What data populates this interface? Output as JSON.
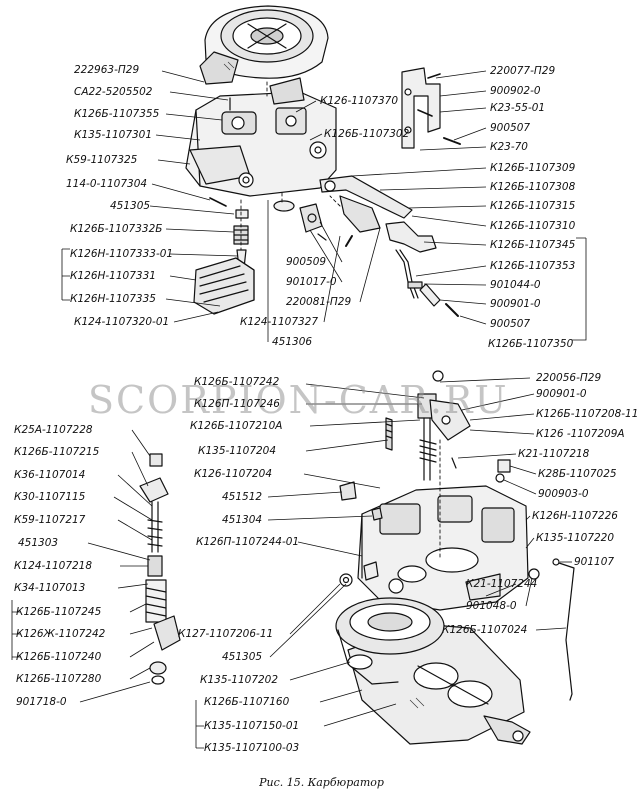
{
  "caption": "Рис. 15. Карбюратор",
  "watermark": "SCORPION-CAR.RU",
  "top_assembly": {
    "left_labels": [
      "222963-П29",
      "СА22-5205502",
      "К126Б-1107355",
      "К135-1107301",
      "К59-1107325",
      "114-0-1107304",
      "451305",
      "К126Б-1107332Б",
      "К126Н-1107333-01",
      "К126Н-1107331",
      "К126Н-1107335",
      "К124-1107320-01"
    ],
    "center_labels": [
      "К126-1107370",
      "К126Б-1107302",
      "900509",
      "901017-0",
      "220081-П29",
      "К124-1107327",
      "451306"
    ],
    "right_labels": [
      "220077-П29",
      "900902-0",
      "К23-55-01",
      "900507",
      "К23-70",
      "К126Б-1107309",
      "К126Б-1107308",
      "К126Б-1107315",
      "К126Б-1107310",
      "К126Б-1107345",
      "К126Б-1107353",
      "901044-0",
      "900901-0",
      "900507",
      "К126Б-1107350"
    ]
  },
  "bottom_assembly": {
    "left_labels": [
      "К25А-1107228",
      "К126Б-1107215",
      "К36-1107014",
      "К30-1107115",
      "К59-1107217",
      "451303",
      "К124-1107218",
      "К34-1107013",
      "К126Б-1107245",
      "К126Ж-1107242",
      "К126Б-1107240",
      "К126Б-1107280",
      "901718-0"
    ],
    "center_labels": [
      "К126Б-1107242",
      "К126П-1107246",
      "К126Б-1107210А",
      "К135-1107204",
      "К126-1107204",
      "451512",
      "451304",
      "К126П-1107244-01",
      "К127-1107206-11",
      "451305",
      "К135-1107202",
      "К126Б-1107160",
      "К135-1107150-01",
      "К135-1107100-03"
    ],
    "right_labels": [
      "220056-П29",
      "900901-0",
      "К126Б-1107208-11",
      "К126 -1107209А",
      "К21-1107218",
      "К28Б-1107025",
      "900903-0",
      "К126Н-1107226",
      "К135-1107220",
      "К21-1107244",
      "901107",
      "901048-0",
      "К126Б-1107024"
    ]
  }
}
